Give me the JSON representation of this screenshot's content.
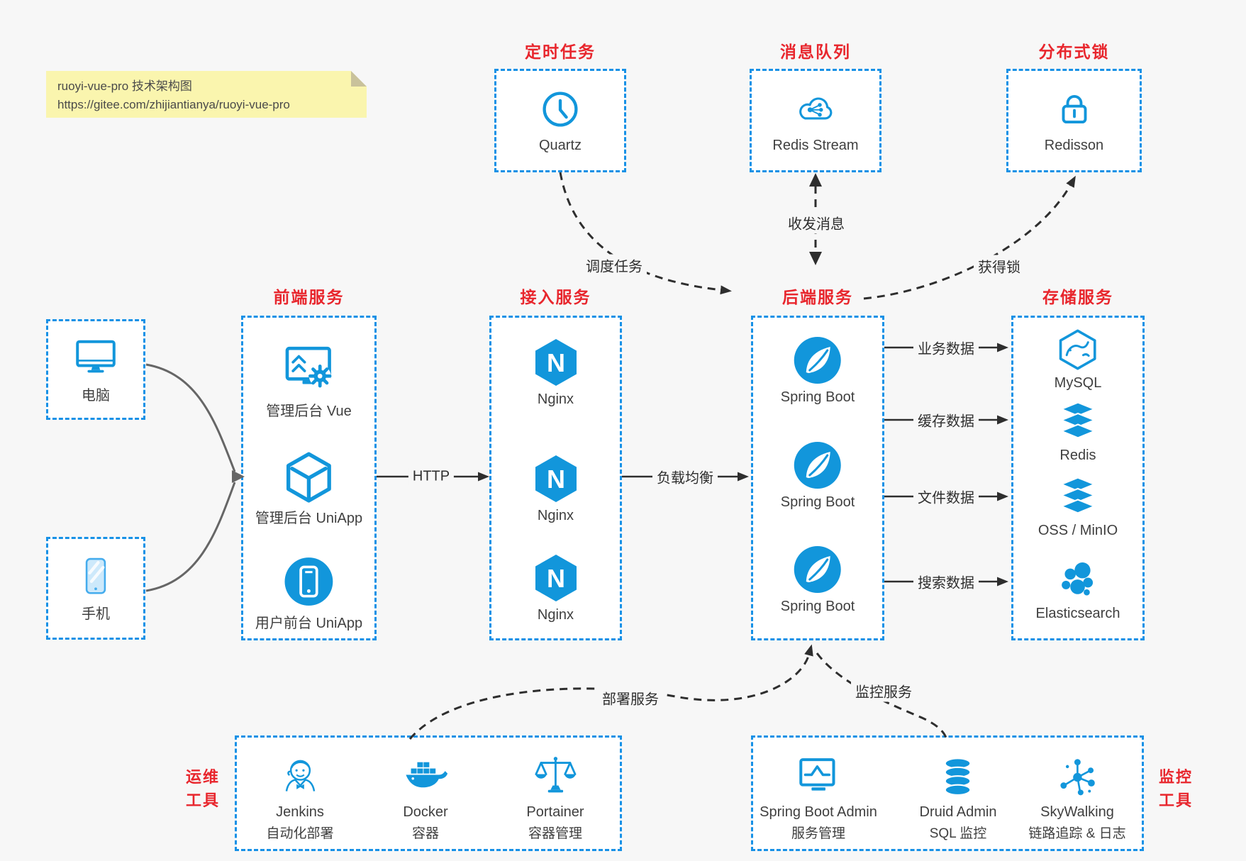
{
  "note": {
    "line1": "ruoyi-vue-pro 技术架构图",
    "line2": "https://gitee.com/zhijiantianya/ruoyi-vue-pro"
  },
  "colors": {
    "icon_blue": "#1296db",
    "border_blue": "#1791e6",
    "title_red": "#e8262d",
    "arrow_dark": "#2e2e2e",
    "connector_gray": "#666666",
    "note_yellow": "#faf5ae",
    "page_background": "#f7f7f7"
  },
  "top_groups": [
    {
      "title": "定时任务",
      "item": {
        "icon": "clock-icon",
        "label": "Quartz"
      }
    },
    {
      "title": "消息队列",
      "item": {
        "icon": "cloud-share-icon",
        "label": "Redis Stream"
      }
    },
    {
      "title": "分布式锁",
      "item": {
        "icon": "lock-icon",
        "label": "Redisson"
      }
    }
  ],
  "clients": [
    {
      "icon": "desktop-icon",
      "label": "电脑"
    },
    {
      "icon": "mobile-icon",
      "label": "手机"
    }
  ],
  "columns": {
    "frontend": {
      "title": "前端服务",
      "items": [
        {
          "icon": "admin-vue-icon",
          "label": "管理后台 Vue"
        },
        {
          "icon": "cube-icon",
          "label": "管理后台 UniApp"
        },
        {
          "icon": "user-app-icon",
          "label": "用户前台 UniApp"
        }
      ]
    },
    "gateway": {
      "title": "接入服务",
      "items": [
        {
          "icon": "nginx-icon",
          "label": "Nginx"
        },
        {
          "icon": "nginx-icon",
          "label": "Nginx"
        },
        {
          "icon": "nginx-icon",
          "label": "Nginx"
        }
      ]
    },
    "backend": {
      "title": "后端服务",
      "items": [
        {
          "icon": "springboot-icon",
          "label": "Spring Boot"
        },
        {
          "icon": "springboot-icon",
          "label": "Spring Boot"
        },
        {
          "icon": "springboot-icon",
          "label": "Spring Boot"
        }
      ]
    },
    "storage": {
      "title": "存储服务",
      "items": [
        {
          "icon": "mysql-icon",
          "label": "MySQL"
        },
        {
          "icon": "redis-stack-icon",
          "label": "Redis"
        },
        {
          "icon": "oss-stack-icon",
          "label": "OSS / MinIO"
        },
        {
          "icon": "elasticsearch-icon",
          "label": "Elasticsearch"
        }
      ]
    }
  },
  "bottom_groups": {
    "ops": {
      "title": [
        "运维",
        "工具"
      ],
      "items": [
        {
          "icon": "jenkins-icon",
          "name": "Jenkins",
          "desc": "自动化部署"
        },
        {
          "icon": "docker-icon",
          "name": "Docker",
          "desc": "容器"
        },
        {
          "icon": "portainer-icon",
          "name": "Portainer",
          "desc": "容器管理"
        }
      ]
    },
    "monitoring": {
      "title": [
        "监控",
        "工具"
      ],
      "items": [
        {
          "icon": "springboot-admin-icon",
          "name": "Spring Boot Admin",
          "desc": "服务管理"
        },
        {
          "icon": "druid-icon",
          "name": "Druid Admin",
          "desc": "SQL 监控"
        },
        {
          "icon": "skywalking-icon",
          "name": "SkyWalking",
          "desc": "链路追踪 & 日志"
        }
      ]
    }
  },
  "edge_labels": {
    "http": "HTTP",
    "load_balance": "负载均衡",
    "business_data": "业务数据",
    "cache_data": "缓存数据",
    "file_data": "文件数据",
    "search_data": "搜索数据",
    "schedule_job": "调度任务",
    "send_receive": "收发消息",
    "acquire_lock": "获得锁",
    "deploy": "部署服务",
    "monitor": "监控服务"
  }
}
